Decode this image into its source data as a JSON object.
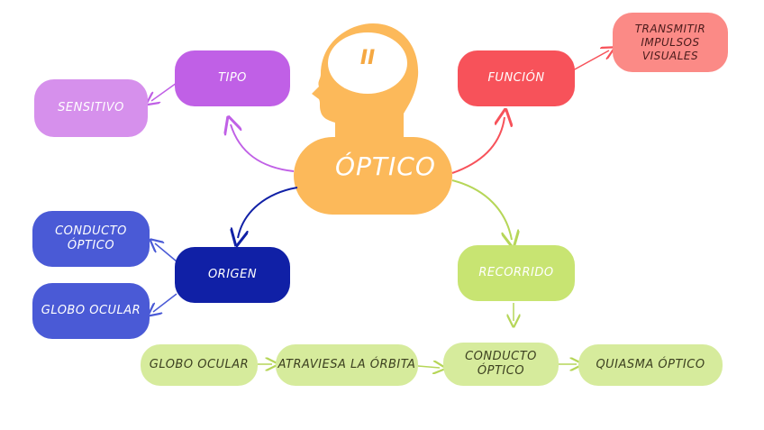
{
  "center": {
    "label": "ÓPTICO",
    "numeral": "II"
  },
  "tipo": {
    "label": "TIPO",
    "value": "SENSITIVO"
  },
  "funcion": {
    "label": "FUNCIÓN",
    "value": "TRANSMITIR\nIMPULSOS\nVISUALES"
  },
  "origen": {
    "label": "ORIGEN",
    "items": [
      "CONDUCTO\nÓPTICO",
      "GLOBO OCULAR"
    ]
  },
  "recorrido": {
    "label": "RECORRIDO",
    "steps": [
      "GLOBO OCULAR",
      "ATRAVIESA LA ÓRBITA",
      "CONDUCTO\nÓPTICO",
      "QUIASMA ÓPTICO"
    ]
  },
  "colors": {
    "head": "#fcb95a",
    "tipo": "#c060e6",
    "sensitivo": "#d690ec",
    "funcion": "#f7525a",
    "transmitir": "#fb8a86",
    "origen": "#1020a6",
    "origen_items": "#4a5ad6",
    "recorrido": "#c8e472",
    "steps": "#d6eb9c"
  }
}
